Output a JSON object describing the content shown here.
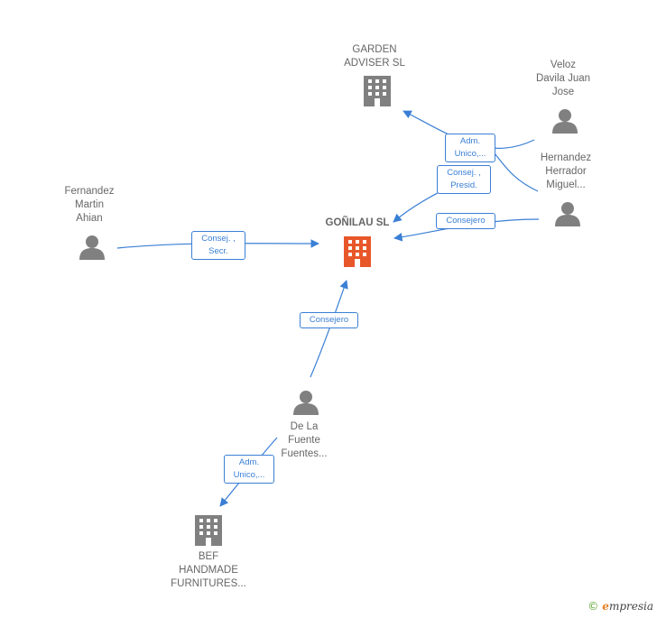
{
  "nodes": {
    "center": {
      "label": "GOÑILAU  SL",
      "type": "company",
      "highlight": true
    },
    "garden": {
      "label": "GARDEN\nADVISER  SL",
      "type": "company"
    },
    "veloz": {
      "label": "Veloz\nDavila Juan\nJose",
      "type": "person"
    },
    "hernandez": {
      "label": "Hernandez\nHerrador\nMiguel...",
      "type": "person"
    },
    "fernandez": {
      "label": "Fernandez\nMartin\nAhian",
      "type": "person"
    },
    "delafuente": {
      "label": "De La\nFuente\nFuentes...",
      "type": "person"
    },
    "bef": {
      "label": "BEF\nHANDMADE\nFURNITURES...",
      "type": "company"
    }
  },
  "edges": {
    "veloz_garden": "Adm.\nUnico,...",
    "hernandez_center_presid": "Consej. ,\nPresid.",
    "hernandez_center_consejero": "Consejero",
    "fernandez_center": "Consej. ,\nSecr.",
    "delafuente_center": "Consejero",
    "delafuente_bef": "Adm.\nUnico,..."
  },
  "colors": {
    "edge": "#3a7fd5",
    "company_icon": "#808080",
    "center_icon": "#e8572a",
    "person_icon": "#808080"
  },
  "icons": {
    "company": "building-icon",
    "person": "person-icon"
  },
  "footer": {
    "copyright": "©",
    "brand_initial": "e",
    "brand_rest": "mpresia"
  }
}
